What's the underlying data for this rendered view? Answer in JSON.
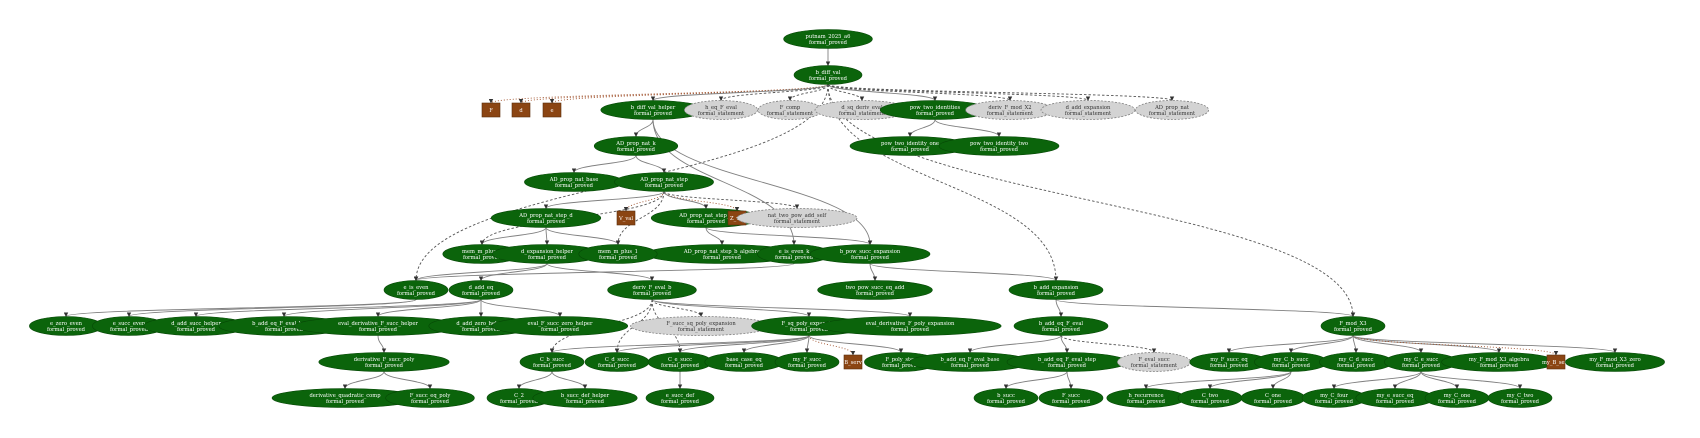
{
  "colors": {
    "proved": "#0b640b",
    "statement": "#d3d3d3",
    "statement_stroke": "#808080",
    "def": "#8b4513",
    "solid_edge": "#808080",
    "dashed_edge": "#555555",
    "def_edge": "#a0522d"
  },
  "status": {
    "proved": "formal_proved",
    "statement": "formal_statement"
  },
  "nodes": [
    {
      "id": "putnam",
      "label": "putnam_2025_a6",
      "kind": "proved"
    },
    {
      "id": "b_diff_val",
      "label": "b_diff_val",
      "kind": "proved"
    },
    {
      "id": "F",
      "label": "F",
      "kind": "def"
    },
    {
      "id": "d",
      "label": "d",
      "kind": "def"
    },
    {
      "id": "e",
      "label": "e",
      "kind": "def"
    },
    {
      "id": "b_diff_val_helper",
      "label": "b_diff_val_helper",
      "kind": "proved"
    },
    {
      "id": "h_eq_F_eval",
      "label": "h_eq_F_eval",
      "kind": "statement"
    },
    {
      "id": "F_comp",
      "label": "F_comp",
      "kind": "statement"
    },
    {
      "id": "d_sq_deriv_eval",
      "label": "d_sq_deriv_eval",
      "kind": "statement"
    },
    {
      "id": "pow_two_identities",
      "label": "pow_two_identities",
      "kind": "proved"
    },
    {
      "id": "deriv_F_mod_X2",
      "label": "deriv_F_mod_X2",
      "kind": "statement"
    },
    {
      "id": "d_add_expansion",
      "label": "d_add_expansion",
      "kind": "statement"
    },
    {
      "id": "AD_prop_nat",
      "label": "AD_prop_nat",
      "kind": "statement"
    },
    {
      "id": "AD_prop_nat_k",
      "label": "AD_prop_nat_k",
      "kind": "proved"
    },
    {
      "id": "pow_two_identity_one",
      "label": "pow_two_identity_one",
      "kind": "proved"
    },
    {
      "id": "pow_two_identity_two",
      "label": "pow_two_identity_two",
      "kind": "proved"
    },
    {
      "id": "AD_prop_nat_base",
      "label": "AD_prop_nat_base",
      "kind": "proved"
    },
    {
      "id": "AD_prop_nat_step",
      "label": "AD_prop_nat_step",
      "kind": "proved"
    },
    {
      "id": "V_val",
      "label": "V_val",
      "kind": "def"
    },
    {
      "id": "AD_prop_nat_step_b",
      "label": "AD_prop_nat_step_b",
      "kind": "proved"
    },
    {
      "id": "Z_val",
      "label": "Z_val",
      "kind": "def"
    },
    {
      "id": "nat_two_pow_add_self",
      "label": "nat_two_pow_add_self",
      "kind": "statement"
    },
    {
      "id": "AD_prop_nat_step_d",
      "label": "AD_prop_nat_step_d",
      "kind": "proved"
    },
    {
      "id": "AD_prop_nat_step_b_algebra",
      "label": "AD_prop_nat_step_b_algebra",
      "kind": "proved"
    },
    {
      "id": "e_is_even_k",
      "label": "e_is_even_k",
      "kind": "proved"
    },
    {
      "id": "b_pow_succ_expansion",
      "label": "b_pow_succ_expansion",
      "kind": "proved"
    },
    {
      "id": "mem_m_plus_2",
      "label": "mem_m_plus_2",
      "kind": "proved"
    },
    {
      "id": "d_expansion_helper",
      "label": "d_expansion_helper",
      "kind": "proved"
    },
    {
      "id": "mem_m_plus_1",
      "label": "mem_m_plus_1",
      "kind": "proved"
    },
    {
      "id": "two_pow_succ_eq_add",
      "label": "two_pow_succ_eq_add",
      "kind": "proved"
    },
    {
      "id": "e_is_even",
      "label": "e_is_even",
      "kind": "proved"
    },
    {
      "id": "d_add_eq",
      "label": "d_add_eq",
      "kind": "proved"
    },
    {
      "id": "deriv_F_eval_b",
      "label": "deriv_F_eval_b",
      "kind": "proved"
    },
    {
      "id": "b_add_expansion",
      "label": "b_add_expansion",
      "kind": "proved"
    },
    {
      "id": "e_zero_even",
      "label": "e_zero_even",
      "kind": "proved"
    },
    {
      "id": "e_succ_even",
      "label": "e_succ_even",
      "kind": "proved"
    },
    {
      "id": "d_add_succ_helper",
      "label": "d_add_succ_helper",
      "kind": "proved"
    },
    {
      "id": "b_add_eq_F_eval_helper",
      "label": "b_add_eq_F_eval_helper",
      "kind": "proved"
    },
    {
      "id": "eval_derivative_F_succ_helper",
      "label": "eval_derivative_F_succ_helper",
      "kind": "proved"
    },
    {
      "id": "d_add_zero_helper",
      "label": "d_add_zero_helper",
      "kind": "proved"
    },
    {
      "id": "eval_F_succ_zero_helper",
      "label": "eval_F_succ_zero_helper",
      "kind": "proved"
    },
    {
      "id": "F_succ_sq_poly_expansion",
      "label": "F_succ_sq_poly_expansion",
      "kind": "statement"
    },
    {
      "id": "F_sq_poly_expansion",
      "label": "F_sq_poly_expansion",
      "kind": "proved"
    },
    {
      "id": "eval_derivative_F_poly_expansion",
      "label": "eval_derivative_F_poly_expansion",
      "kind": "proved"
    },
    {
      "id": "b_add_eq_F_eval",
      "label": "b_add_eq_F_eval",
      "kind": "proved"
    },
    {
      "id": "F_mod_X3",
      "label": "F_mod_X3",
      "kind": "proved"
    },
    {
      "id": "derivative_F_succ_poly",
      "label": "derivative_F_succ_poly",
      "kind": "proved"
    },
    {
      "id": "C_b_succ",
      "label": "C_b_succ",
      "kind": "proved"
    },
    {
      "id": "C_d_succ",
      "label": "C_d_succ",
      "kind": "proved"
    },
    {
      "id": "C_e_succ",
      "label": "C_e_succ",
      "kind": "proved"
    },
    {
      "id": "base_case_eq",
      "label": "base_case_eq",
      "kind": "proved"
    },
    {
      "id": "my_F_succ",
      "label": "my_F_succ",
      "kind": "proved"
    },
    {
      "id": "B_serv",
      "label": "B_serv",
      "kind": "def"
    },
    {
      "id": "F_poly_step",
      "label": "F_poly_step",
      "kind": "proved"
    },
    {
      "id": "b_add_eq_F_eval_base",
      "label": "b_add_eq_F_eval_base",
      "kind": "proved"
    },
    {
      "id": "b_add_eq_F_eval_step",
      "label": "b_add_eq_F_eval_step",
      "kind": "proved"
    },
    {
      "id": "F_eval_succ",
      "label": "F_eval_succ",
      "kind": "statement"
    },
    {
      "id": "my_F_succ_eq",
      "label": "my_F_succ_eq",
      "kind": "proved"
    },
    {
      "id": "my_C_b_succ",
      "label": "my_C_b_succ",
      "kind": "proved"
    },
    {
      "id": "my_C_d_succ",
      "label": "my_C_d_succ",
      "kind": "proved"
    },
    {
      "id": "my_C_e_succ",
      "label": "my_C_e_succ",
      "kind": "proved"
    },
    {
      "id": "my_F_mod_X3_algebra",
      "label": "my_F_mod_X3_algebra",
      "kind": "proved"
    },
    {
      "id": "my_B_serv",
      "label": "my_B_serv",
      "kind": "def"
    },
    {
      "id": "my_F_mod_X3_zero",
      "label": "my_F_mod_X3_zero",
      "kind": "proved"
    },
    {
      "id": "derivative_quadratic_comp",
      "label": "derivative_quadratic_comp",
      "kind": "proved"
    },
    {
      "id": "F_succ_eq_poly",
      "label": "F_succ_eq_poly",
      "kind": "proved"
    },
    {
      "id": "C_2",
      "label": "C_2",
      "kind": "proved"
    },
    {
      "id": "b_succ_def_helper",
      "label": "b_succ_def_helper",
      "kind": "proved"
    },
    {
      "id": "e_succ_def",
      "label": "e_succ_def",
      "kind": "proved"
    },
    {
      "id": "b_succ",
      "label": "b_succ",
      "kind": "proved"
    },
    {
      "id": "F_succ",
      "label": "F_succ",
      "kind": "proved"
    },
    {
      "id": "h_recurrence",
      "label": "h_recurrence",
      "kind": "proved"
    },
    {
      "id": "C_two",
      "label": "C_two",
      "kind": "proved"
    },
    {
      "id": "C_one",
      "label": "C_one",
      "kind": "proved"
    },
    {
      "id": "my_C_four",
      "label": "my_C_four",
      "kind": "proved"
    },
    {
      "id": "my_e_succ_eq",
      "label": "my_e_succ_eq",
      "kind": "proved"
    },
    {
      "id": "my_C_one",
      "label": "my_C_one",
      "kind": "proved"
    },
    {
      "id": "my_C_two",
      "label": "my_C_two",
      "kind": "proved"
    }
  ],
  "edges": [
    {
      "from": "putnam",
      "to": "b_diff_val",
      "style": "solid"
    },
    {
      "from": "b_diff_val",
      "to": "F",
      "style": "def"
    },
    {
      "from": "b_diff_val",
      "to": "d",
      "style": "def"
    },
    {
      "from": "b_diff_val",
      "to": "e",
      "style": "def"
    },
    {
      "from": "b_diff_val",
      "to": "b_diff_val_helper",
      "style": "solid"
    },
    {
      "from": "b_diff_val",
      "to": "h_eq_F_eval",
      "style": "dashed"
    },
    {
      "from": "b_diff_val",
      "to": "F_comp",
      "style": "dashed"
    },
    {
      "from": "b_diff_val",
      "to": "d_sq_deriv_eval",
      "style": "dashed"
    },
    {
      "from": "b_diff_val",
      "to": "pow_two_identities",
      "style": "solid"
    },
    {
      "from": "b_diff_val",
      "to": "deriv_F_mod_X2",
      "style": "dashed"
    },
    {
      "from": "b_diff_val",
      "to": "d_add_expansion",
      "style": "dashed"
    },
    {
      "from": "b_diff_val",
      "to": "AD_prop_nat",
      "style": "dashed"
    },
    {
      "from": "b_diff_val",
      "to": "e_is_even",
      "style": "dashed"
    },
    {
      "from": "b_diff_val",
      "to": "b_add_expansion",
      "style": "dashed"
    },
    {
      "from": "b_diff_val",
      "to": "F_mod_X3",
      "style": "dashed"
    },
    {
      "from": "b_diff_val_helper",
      "to": "AD_prop_nat_k",
      "style": "solid"
    },
    {
      "from": "b_diff_val_helper",
      "to": "e_is_even_k",
      "style": "solid"
    },
    {
      "from": "b_diff_val_helper",
      "to": "b_pow_succ_expansion",
      "style": "solid"
    },
    {
      "from": "pow_two_identities",
      "to": "pow_two_identity_one",
      "style": "solid"
    },
    {
      "from": "pow_two_identities",
      "to": "pow_two_identity_two",
      "style": "solid"
    },
    {
      "from": "AD_prop_nat_k",
      "to": "AD_prop_nat_base",
      "style": "solid"
    },
    {
      "from": "AD_prop_nat_k",
      "to": "AD_prop_nat_step",
      "style": "solid"
    },
    {
      "from": "AD_prop_nat_step",
      "to": "V_val",
      "style": "def"
    },
    {
      "from": "AD_prop_nat_step",
      "to": "Z_val",
      "style": "def"
    },
    {
      "from": "AD_prop_nat_step",
      "to": "nat_two_pow_add_self",
      "style": "dashed"
    },
    {
      "from": "AD_prop_nat_step",
      "to": "AD_prop_nat_step_d",
      "style": "solid"
    },
    {
      "from": "AD_prop_nat_step",
      "to": "AD_prop_nat_step_b",
      "style": "solid"
    },
    {
      "from": "AD_prop_nat_step",
      "to": "mem_m_plus_2",
      "style": "dashed"
    },
    {
      "from": "AD_prop_nat_step",
      "to": "mem_m_plus_1",
      "style": "dashed"
    },
    {
      "from": "AD_prop_nat_step_b",
      "to": "AD_prop_nat_step_b_algebra",
      "style": "solid"
    },
    {
      "from": "AD_prop_nat_step_b",
      "to": "b_pow_succ_expansion",
      "style": "solid"
    },
    {
      "from": "AD_prop_nat_step_d",
      "to": "mem_m_plus_2",
      "style": "solid"
    },
    {
      "from": "AD_prop_nat_step_d",
      "to": "d_expansion_helper",
      "style": "solid"
    },
    {
      "from": "AD_prop_nat_step_d",
      "to": "mem_m_plus_1",
      "style": "solid"
    },
    {
      "from": "d_expansion_helper",
      "to": "e_is_even",
      "style": "solid"
    },
    {
      "from": "d_expansion_helper",
      "to": "d_add_eq",
      "style": "solid"
    },
    {
      "from": "d_expansion_helper",
      "to": "deriv_F_eval_b",
      "style": "solid"
    },
    {
      "from": "e_is_even_k",
      "to": "e_is_even",
      "style": "solid"
    },
    {
      "from": "b_pow_succ_expansion",
      "to": "two_pow_succ_eq_add",
      "style": "solid"
    },
    {
      "from": "b_pow_succ_expansion",
      "to": "b_add_expansion",
      "style": "solid"
    },
    {
      "from": "e_is_even",
      "to": "e_zero_even",
      "style": "solid"
    },
    {
      "from": "e_is_even",
      "to": "e_succ_even",
      "style": "solid"
    },
    {
      "from": "d_add_eq",
      "to": "d_add_succ_helper",
      "style": "solid"
    },
    {
      "from": "d_add_eq",
      "to": "b_add_eq_F_eval_helper",
      "style": "solid"
    },
    {
      "from": "d_add_eq",
      "to": "eval_derivative_F_succ_helper",
      "style": "solid"
    },
    {
      "from": "d_add_eq",
      "to": "d_add_zero_helper",
      "style": "solid"
    },
    {
      "from": "d_add_eq",
      "to": "eval_F_succ_zero_helper",
      "style": "solid"
    },
    {
      "from": "eval_derivative_F_succ_helper",
      "to": "derivative_F_succ_poly",
      "style": "solid"
    },
    {
      "from": "derivative_F_succ_poly",
      "to": "derivative_quadratic_comp",
      "style": "solid"
    },
    {
      "from": "derivative_F_succ_poly",
      "to": "F_succ_eq_poly",
      "style": "solid"
    },
    {
      "from": "deriv_F_eval_b",
      "to": "F_succ_sq_poly_expansion",
      "style": "dashed"
    },
    {
      "from": "deriv_F_eval_b",
      "to": "F_sq_poly_expansion",
      "style": "solid"
    },
    {
      "from": "deriv_F_eval_b",
      "to": "eval_derivative_F_poly_expansion",
      "style": "solid"
    },
    {
      "from": "deriv_F_eval_b",
      "to": "C_b_succ",
      "style": "dashed"
    },
    {
      "from": "deriv_F_eval_b",
      "to": "C_d_succ",
      "style": "dashed"
    },
    {
      "from": "deriv_F_eval_b",
      "to": "C_e_succ",
      "style": "dashed"
    },
    {
      "from": "F_sq_poly_expansion",
      "to": "C_b_succ",
      "style": "solid"
    },
    {
      "from": "F_sq_poly_expansion",
      "to": "C_d_succ",
      "style": "solid"
    },
    {
      "from": "F_sq_poly_expansion",
      "to": "C_e_succ",
      "style": "solid"
    },
    {
      "from": "F_sq_poly_expansion",
      "to": "base_case_eq",
      "style": "solid"
    },
    {
      "from": "F_sq_poly_expansion",
      "to": "my_F_succ",
      "style": "solid"
    },
    {
      "from": "F_sq_poly_expansion",
      "to": "B_serv",
      "style": "def"
    },
    {
      "from": "F_sq_poly_expansion",
      "to": "F_poly_step",
      "style": "solid"
    },
    {
      "from": "C_b_succ",
      "to": "C_2",
      "style": "solid"
    },
    {
      "from": "C_b_succ",
      "to": "b_succ_def_helper",
      "style": "solid"
    },
    {
      "from": "C_e_succ",
      "to": "e_succ_def",
      "style": "solid"
    },
    {
      "from": "b_add_expansion",
      "to": "b_add_eq_F_eval",
      "style": "solid"
    },
    {
      "from": "b_add_expansion",
      "to": "F_mod_X3",
      "style": "solid"
    },
    {
      "from": "b_add_eq_F_eval",
      "to": "b_add_eq_F_eval_base",
      "style": "solid"
    },
    {
      "from": "b_add_eq_F_eval",
      "to": "b_add_eq_F_eval_step",
      "style": "solid"
    },
    {
      "from": "b_add_eq_F_eval",
      "to": "F_eval_succ",
      "style": "dashed"
    },
    {
      "from": "b_add_eq_F_eval_step",
      "to": "b_succ",
      "style": "solid"
    },
    {
      "from": "b_add_eq_F_eval_step",
      "to": "F_succ",
      "style": "solid"
    },
    {
      "from": "F_mod_X3",
      "to": "my_F_succ_eq",
      "style": "solid"
    },
    {
      "from": "F_mod_X3",
      "to": "my_C_b_succ",
      "style": "solid"
    },
    {
      "from": "F_mod_X3",
      "to": "my_C_d_succ",
      "style": "solid"
    },
    {
      "from": "F_mod_X3",
      "to": "my_C_e_succ",
      "style": "solid"
    },
    {
      "from": "F_mod_X3",
      "to": "my_F_mod_X3_algebra",
      "style": "solid"
    },
    {
      "from": "F_mod_X3",
      "to": "my_B_serv",
      "style": "def"
    },
    {
      "from": "F_mod_X3",
      "to": "my_F_mod_X3_zero",
      "style": "solid"
    },
    {
      "from": "my_C_b_succ",
      "to": "h_recurrence",
      "style": "solid"
    },
    {
      "from": "my_C_b_succ",
      "to": "C_two",
      "style": "solid"
    },
    {
      "from": "my_C_b_succ",
      "to": "C_one",
      "style": "solid"
    },
    {
      "from": "my_C_e_succ",
      "to": "my_C_four",
      "style": "solid"
    },
    {
      "from": "my_C_e_succ",
      "to": "my_e_succ_eq",
      "style": "solid"
    },
    {
      "from": "my_C_e_succ",
      "to": "my_C_one",
      "style": "solid"
    },
    {
      "from": "my_C_e_succ",
      "to": "my_C_two",
      "style": "solid"
    }
  ]
}
